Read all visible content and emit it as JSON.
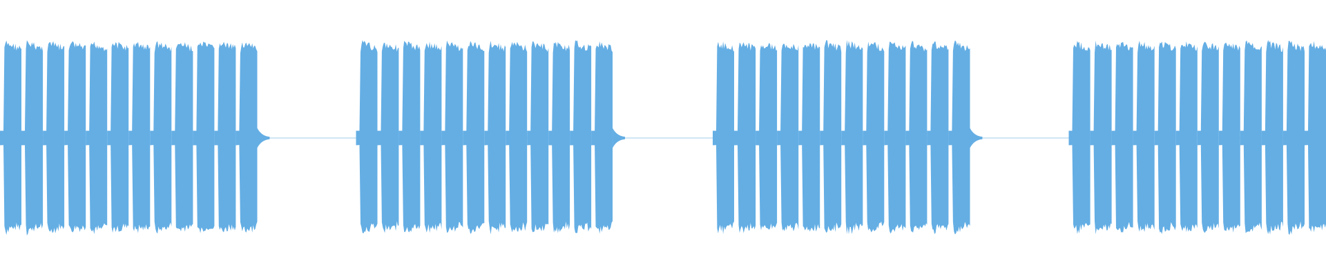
{
  "chart_data": {
    "type": "area",
    "title": "",
    "xlabel": "",
    "ylabel": "",
    "grid": false,
    "legend": "none",
    "color": "#64aee4",
    "ylim": [
      -1,
      1
    ],
    "xlim": [
      0,
      1
    ],
    "series": [
      {
        "name": "",
        "bursts": [
          {
            "start": 0.0,
            "end": 0.194,
            "pulses": 12,
            "amplitude": 0.82,
            "min_amplitude": 0.06
          },
          {
            "start": 0.2685,
            "end": 0.462,
            "pulses": 12,
            "amplitude": 0.82,
            "min_amplitude": 0.06
          },
          {
            "start": 0.5375,
            "end": 0.7315,
            "pulses": 12,
            "amplitude": 0.82,
            "min_amplitude": 0.06
          },
          {
            "start": 0.806,
            "end": 1.0,
            "pulses": 12,
            "amplitude": 0.82,
            "min_amplitude": 0.06
          }
        ],
        "silence_amplitude": 0.01
      }
    ]
  }
}
